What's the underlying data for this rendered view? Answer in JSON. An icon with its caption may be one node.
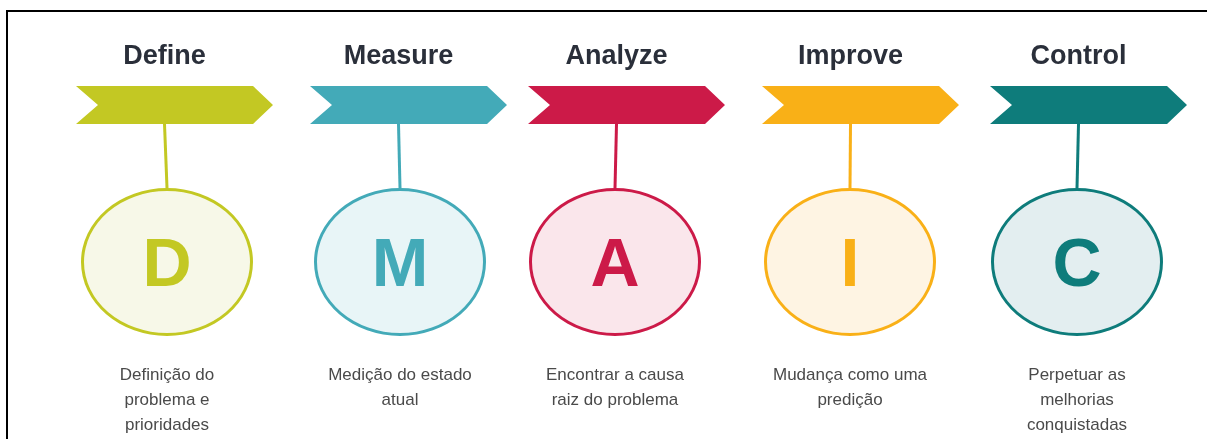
{
  "diagram": {
    "nodes": [
      {
        "text": [
          "Define"
        ]
      },
      {
        "text": [
          "Measure"
        ]
      },
      {
        "text": [
          "Analyze"
        ]
      },
      {
        "text": [
          "Improve"
        ]
      },
      {
        "text": [
          "Control"
        ]
      },
      {
        "text": [
          "D"
        ],
        "beside": [
          "Definição do problema e prioridades"
        ]
      },
      {
        "text": [
          "M"
        ],
        "beside": [
          "Medição do estado atual"
        ]
      },
      {
        "text": [
          "A"
        ],
        "beside": [
          "Encontrar a causa raiz do problema"
        ]
      },
      {
        "text": [
          "I"
        ],
        "beside": [
          "Mudança como uma predição"
        ]
      },
      {
        "text": [
          "C"
        ],
        "beside": [
          "Perpetuar as melhorias conquistadas"
        ]
      }
    ],
    "edges": [
      {
        "from": 0,
        "to": 5,
        "arrow": "none",
        "color": "#c3c823"
      },
      {
        "from": 1,
        "to": 6,
        "arrow": "none",
        "color": "#43aab8"
      },
      {
        "from": 2,
        "to": 7,
        "arrow": "none",
        "color": "#cc1a48"
      },
      {
        "from": 3,
        "to": 8,
        "arrow": "none",
        "color": "#f9b017"
      },
      {
        "from": 4,
        "to": 9,
        "arrow": "none",
        "color": "#0e7c7b"
      }
    ]
  }
}
